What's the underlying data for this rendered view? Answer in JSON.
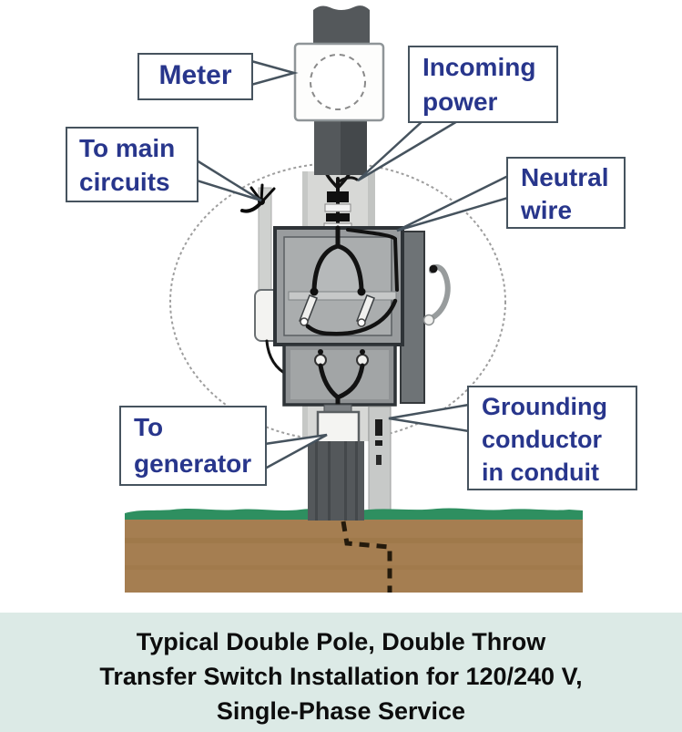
{
  "figure": {
    "labels": {
      "meter": {
        "text": "Meter"
      },
      "to_main_circuits": {
        "line1": "To main",
        "line2": "circuits"
      },
      "incoming_power": {
        "line1": "Incoming",
        "line2": "power"
      },
      "neutral_wire": {
        "line1": "Neutral",
        "line2": "wire"
      },
      "to_generator": {
        "line1": "To",
        "line2": "generator"
      },
      "grounding_conductor": {
        "line1": "Grounding",
        "line2": "conductor",
        "line3": "in conduit"
      }
    },
    "caption": {
      "line1": "Typical Double Pole, Double Throw",
      "line2": "Transfer Switch Installation for 120/240 V,",
      "line3": "Single-Phase Service"
    },
    "colors": {
      "label_text": "#28368c",
      "callout_border": "#46535e",
      "caption_bg": "#dceae6",
      "grass": "#2e8f60",
      "soil": "#a57e51",
      "pole": "#54585b"
    }
  }
}
